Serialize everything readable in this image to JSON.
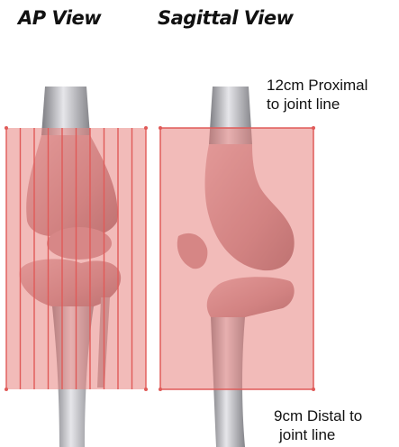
{
  "views": {
    "ap_title": "AP View",
    "sagittal_title": "Sagittal View"
  },
  "annotations": {
    "proximal_line1": "12cm Proximal",
    "proximal_line2": "to joint line",
    "distal_line1": "9cm Distal to",
    "distal_line2": "joint line"
  },
  "colors": {
    "overlay": "#e8837f",
    "slice_line": "#e05a58",
    "bone_shaft": "#a9a9ad",
    "bone_tissue": "#c99699"
  },
  "ap_slice_count": 11
}
